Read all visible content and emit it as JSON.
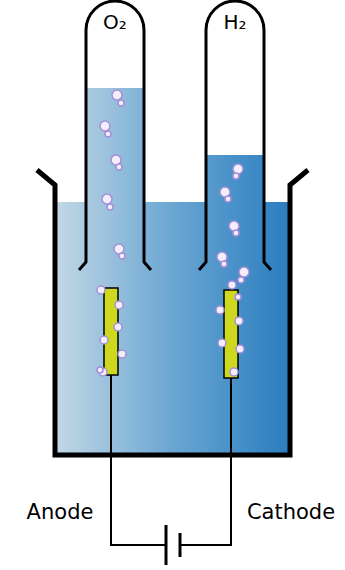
{
  "diagram": {
    "labels": [
      "O₂",
      "H₂",
      "Anode",
      "Cathode"
    ]
  }
}
